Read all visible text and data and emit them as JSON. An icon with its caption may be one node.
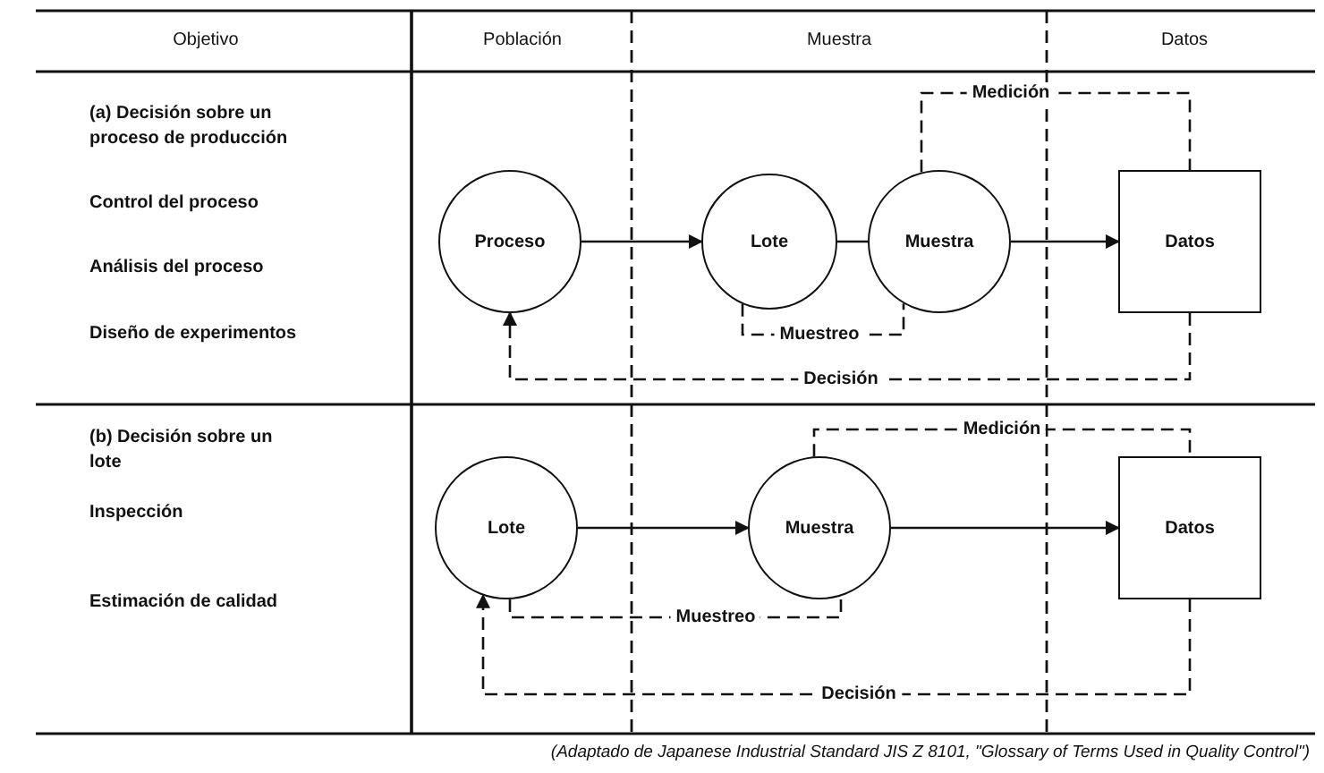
{
  "diagram": {
    "caption": "(Adaptado de Japanese Industrial Standard JIS Z 8101, \"Glossary of Terms Used in Quality Control\")",
    "nodes": [
      {
        "text": [
          "Proceso"
        ]
      },
      {
        "text": [
          "Lote"
        ]
      },
      {
        "text": [
          "Muestra"
        ]
      },
      {
        "text": [
          "Datos"
        ]
      },
      {
        "text": [
          "Lote"
        ]
      },
      {
        "text": [
          "Muestra"
        ]
      },
      {
        "text": [
          "Datos"
        ]
      }
    ],
    "edges": [
      {
        "from": 0,
        "to": 1,
        "arrow": "to"
      },
      {
        "from": 1,
        "to": 2,
        "arrow": "none"
      },
      {
        "from": 2,
        "to": 3,
        "arrow": "to"
      },
      {
        "from": 2,
        "to": 3,
        "arrow": "none",
        "style": "dashed",
        "label": "Medición"
      },
      {
        "from": 1,
        "to": 2,
        "arrow": "none",
        "style": "dashed",
        "label": "Muestreo"
      },
      {
        "from": 3,
        "to": 0,
        "arrow": "to",
        "style": "dashed",
        "label": "Decisión"
      },
      {
        "from": 4,
        "to": 5,
        "arrow": "to"
      },
      {
        "from": 5,
        "to": 6,
        "arrow": "to"
      },
      {
        "from": 5,
        "to": 6,
        "arrow": "none",
        "style": "dashed",
        "label": "Medición"
      },
      {
        "from": 4,
        "to": 5,
        "arrow": "none",
        "style": "dashed",
        "label": "Muestreo"
      },
      {
        "from": 6,
        "to": 4,
        "arrow": "to",
        "style": "dashed",
        "label": "Decisión"
      }
    ],
    "labels": [
      "Objetivo",
      "Población",
      "Muestra",
      "Datos",
      "(a) Decisión sobre un proceso de producción",
      "Control del proceso",
      "Análisis del proceso",
      "Diseño de experimentos",
      "(b) Decisión sobre un lote",
      "Inspección",
      "Estimación de calidad"
    ]
  }
}
